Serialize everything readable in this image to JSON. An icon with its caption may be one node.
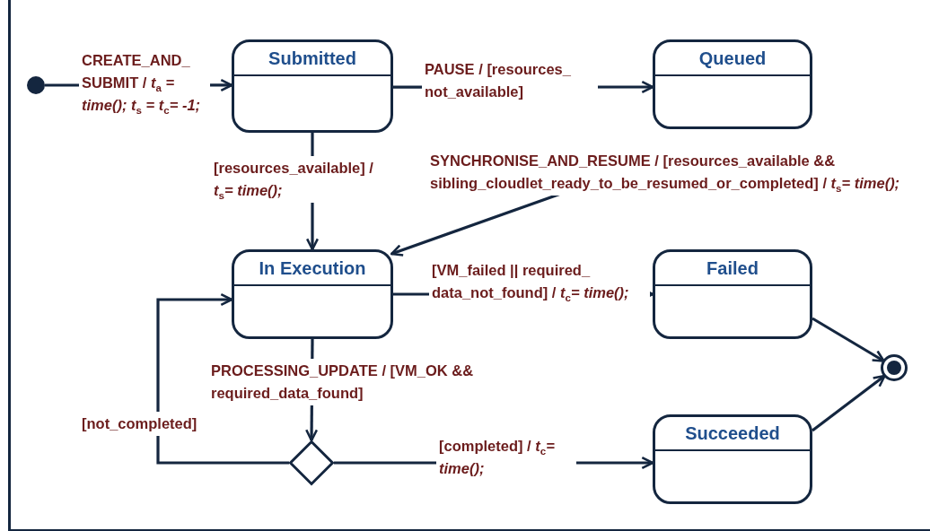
{
  "diagram": {
    "nodes": [
      {
        "text": [],
        "shape": "circle"
      },
      {
        "text": [
          "Submitted"
        ]
      },
      {
        "text": [
          "Queued"
        ]
      },
      {
        "text": [
          "In Execution"
        ]
      },
      {
        "text": [
          "Failed"
        ]
      },
      {
        "text": [
          "Succeeded"
        ]
      },
      {
        "text": [],
        "shape": "diamond"
      },
      {
        "text": [],
        "shape": "circle"
      }
    ],
    "edges": [
      {
        "from": 0,
        "to": 1,
        "arrow": "to",
        "label": "**CREATE_AND_ SUBMIT** / *t*$_{a}$ *= time();* *t*$_{s}$ *= t*$_{c}$*= -1;*"
      },
      {
        "from": 1,
        "to": 2,
        "arrow": "to",
        "label": "**PAUSE** / [resources_ not_available]"
      },
      {
        "from": 1,
        "to": 3,
        "arrow": "to",
        "label": "[resources_available] / *t*$_{s}$*= time();*"
      },
      {
        "from": 2,
        "to": 3,
        "arrow": "to",
        "label": "**SYNCHRONISE_AND_RESUME** / [resources_available && sibling_cloudlet_ready_to_be_resumed_or_completed] / *t*$_{s}$*= time();*"
      },
      {
        "from": 3,
        "to": 4,
        "arrow": "to",
        "label": "[VM_failed || required_ data_not_found] / *t*$_{c}$*= time();*"
      },
      {
        "from": 3,
        "to": 6,
        "arrow": "to",
        "label": "**PROCESSING_UPDATE** / [VM_OK && required_data_found]"
      },
      {
        "from": 6,
        "to": 3,
        "arrow": "to",
        "label": "[not_completed]"
      },
      {
        "from": 6,
        "to": 5,
        "arrow": "to",
        "label": "[completed] / *t*$_{c}$*= time();*"
      },
      {
        "from": 4,
        "to": 7,
        "arrow": "to"
      },
      {
        "from": 5,
        "to": 7,
        "arrow": "to"
      }
    ]
  }
}
